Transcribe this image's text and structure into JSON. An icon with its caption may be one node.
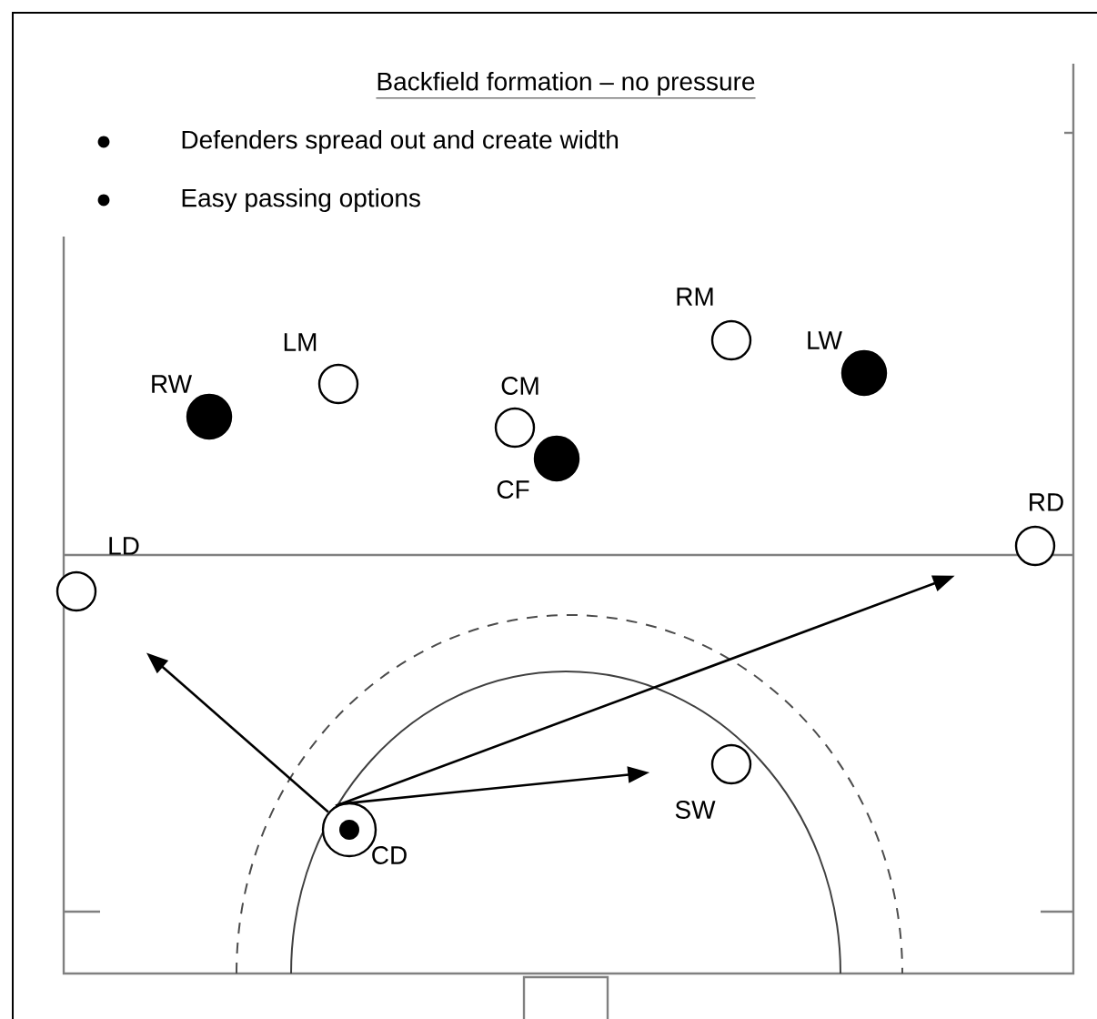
{
  "diagram": {
    "title": "Backfield formation – no pressure",
    "nodes": [
      {
        "text": [],
        "shape": "circle",
        "beside": [
          "RM"
        ]
      },
      {
        "text": [],
        "shape": "disc",
        "beside": [
          "LW"
        ]
      },
      {
        "text": [],
        "shape": "circle",
        "beside": [
          "LM"
        ]
      },
      {
        "text": [],
        "shape": "disc",
        "beside": [
          "RW"
        ]
      },
      {
        "text": [],
        "shape": "circle",
        "beside": [
          "CM"
        ]
      },
      {
        "text": [],
        "shape": "disc",
        "beside": [
          "CF"
        ]
      },
      {
        "text": [],
        "shape": "circle",
        "beside": [
          "RD"
        ]
      },
      {
        "text": [],
        "shape": "circle",
        "beside": [
          "LD"
        ]
      },
      {
        "text": [],
        "shape": "circle",
        "beside": [
          "SW"
        ]
      },
      {
        "text": [],
        "shape": "target",
        "beside": [
          "CD"
        ]
      }
    ],
    "edges": [
      {
        "from": 9,
        "to": 7,
        "arrow": "to"
      },
      {
        "from": 9,
        "to": 6,
        "arrow": "to"
      },
      {
        "from": 9,
        "to": 8,
        "arrow": "to"
      }
    ],
    "labels": [
      "Defenders spread out and create width",
      "Easy passing options"
    ]
  }
}
